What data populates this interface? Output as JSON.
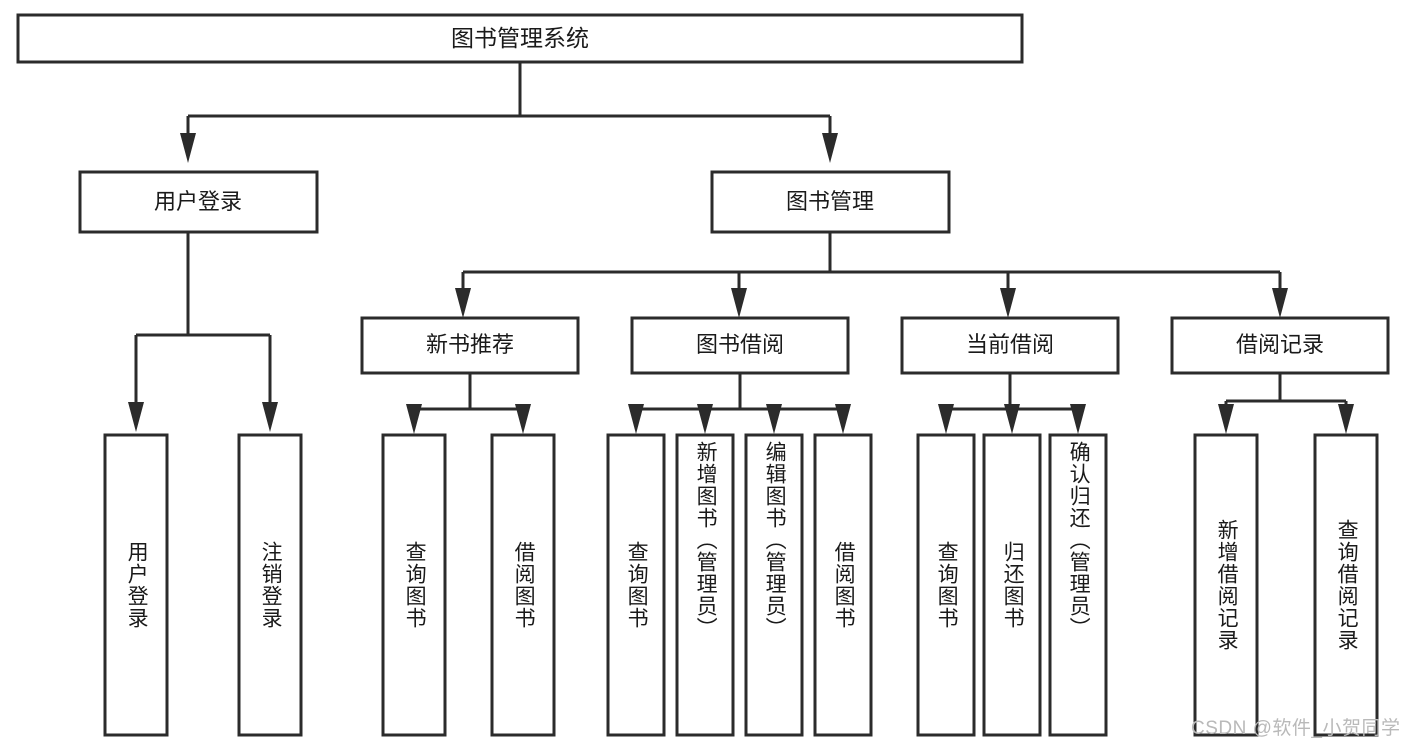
{
  "diagram": {
    "type": "tree",
    "title": "图书管理系统",
    "watermark": "CSDN @软件_小贺同学",
    "colors": {
      "background": "#ffffff",
      "stroke": "#2b2b2b",
      "text": "#1a1a1a",
      "watermark": "#b9b9b9"
    },
    "nodes": {
      "root": {
        "label": "图书管理系统"
      },
      "level2": [
        {
          "id": "user-login",
          "label": "用户登录"
        },
        {
          "id": "book-manage",
          "label": "图书管理"
        }
      ],
      "level3": [
        {
          "id": "new-book-rec",
          "label": "新书推荐"
        },
        {
          "id": "book-borrow",
          "label": "图书借阅"
        },
        {
          "id": "current-borrow",
          "label": "当前借阅"
        },
        {
          "id": "borrow-record",
          "label": "借阅记录"
        }
      ],
      "leaves": {
        "user-login": [
          {
            "id": "leaf-user-login",
            "label": "用户登录"
          },
          {
            "id": "leaf-logout",
            "label": "注销登录"
          }
        ],
        "new-book-rec": [
          {
            "id": "leaf-query-book-1",
            "label": "查询图书"
          },
          {
            "id": "leaf-borrow-book-1",
            "label": "借阅图书"
          }
        ],
        "book-borrow": [
          {
            "id": "leaf-query-book-2",
            "label": "查询图书"
          },
          {
            "id": "leaf-add-book",
            "label": "新增图书（管理员）"
          },
          {
            "id": "leaf-edit-book",
            "label": "编辑图书（管理员）"
          },
          {
            "id": "leaf-borrow-book-2",
            "label": "借阅图书"
          }
        ],
        "current-borrow": [
          {
            "id": "leaf-query-book-3",
            "label": "查询图书"
          },
          {
            "id": "leaf-return-book",
            "label": "归还图书"
          },
          {
            "id": "leaf-confirm-return",
            "label": "确认归还（管理员）"
          }
        ],
        "borrow-record": [
          {
            "id": "leaf-add-record",
            "label": "新增借阅记录"
          },
          {
            "id": "leaf-query-record",
            "label": "查询借阅记录"
          }
        ]
      }
    }
  }
}
